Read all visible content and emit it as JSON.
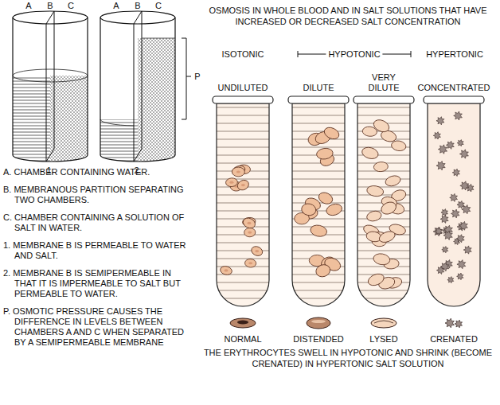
{
  "diagram": {
    "title": "OSMOSIS IN WHOLE BLOOD AND IN SALT SOLUTIONS THAT HAVE INCREASED OR DECREASED SALT CONCENTRATION",
    "caption": "THE ERYTHROCYTES SWELL IN HYPOTONIC AND SHRINK (BECOME CRENATED) IN HYPERTONIC SALT SOLUTION",
    "labels": [
      "A",
      "B",
      "C",
      "A",
      "B",
      "C",
      "1.",
      "2.",
      "P",
      "A. CHAMBER CONTAINING WATER.",
      "B. MEMBRANOUS PARTITION SEPARATING TWO CHAMBERS.",
      "C. CHAMBER CONTAINING A SOLUTION OF SALT IN WATER.",
      "1. MEMBRANE B IS PERMEABLE TO WATER AND SALT.",
      "2. MEMBRANE B IS SEMIPERMEABLE IN THAT IT IS IMPERMEABLE TO SALT BUT PERMEABLE TO WATER.",
      "P. OSMOTIC PRESSURE CAUSES THE DIFFERENCE IN LEVELS BETWEEN CHAMBERS A AND C WHEN SEPARATED BY A SEMIPERMEABLE MEMBRANE",
      "ISOTONIC",
      "HYPOTONIC",
      "HYPERTONIC",
      "UNDILUTED",
      "DILUTE",
      "VERY DILUTE",
      "CONCENTRATED",
      "NORMAL",
      "DISTENDED",
      "LYSED",
      "CRENATED"
    ]
  }
}
